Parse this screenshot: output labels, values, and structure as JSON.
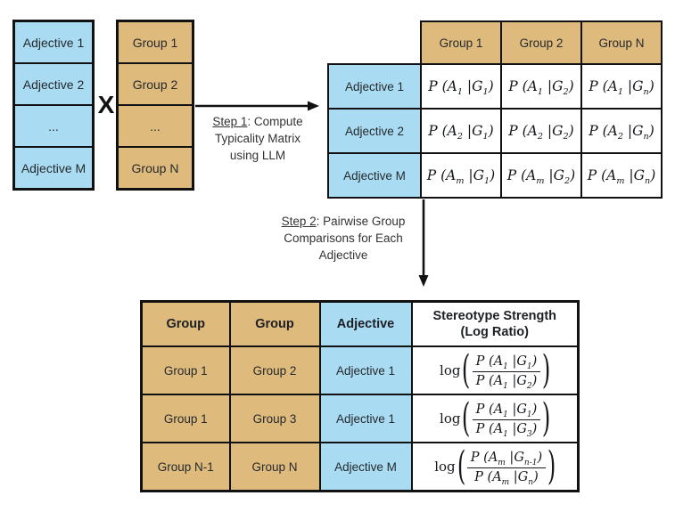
{
  "colors": {
    "blue": "#a9dcf2",
    "tan": "#deba7c",
    "border": "#111111",
    "background": "#ffffff"
  },
  "left": {
    "cross": "X",
    "adjectives": [
      "Adjective 1",
      "Adjective 2",
      "...",
      "Adjective M"
    ],
    "groups": [
      "Group 1",
      "Group 2",
      "...",
      "Group N"
    ]
  },
  "step1": {
    "label": "Step 1",
    "line1_rest": ": Compute",
    "line2": "Typicality Matrix",
    "line3": "using LLM"
  },
  "step2": {
    "label": "Step 2",
    "line1_rest": ": Pairwise Group",
    "line2": "Comparisons for Each",
    "line3": "Adjective"
  },
  "matrix": {
    "col_headers": [
      "Group 1",
      "Group 2",
      "Group N"
    ],
    "row_headers": [
      "Adjective 1",
      "Adjective 2",
      "Adjective M"
    ],
    "cells": [
      [
        "P (A_1 |G_1)",
        "P (A_1 |G_2)",
        "P (A_1 |G_n)"
      ],
      [
        "P (A_2 |G_1)",
        "P (A_2 |G_2)",
        "P (A_2 |G_n)"
      ],
      [
        "P (A_m |G_1)",
        "P (A_m |G_2)",
        "P (A_m |G_n)"
      ]
    ]
  },
  "table": {
    "headers": [
      "Group",
      "Group",
      "Adjective",
      "Stereotype Strength (Log Ratio)"
    ],
    "rows": [
      {
        "group_a": "Group 1",
        "group_b": "Group 2",
        "adjective": "Adjective 1",
        "log": "log",
        "num": "P (A_1 |G_1)",
        "den": "P (A_1 |G_2)"
      },
      {
        "group_a": "Group 1",
        "group_b": "Group 3",
        "adjective": "Adjective 1",
        "log": "log",
        "num": "P (A_1 |G_1)",
        "den": "P (A_1 |G_3)"
      },
      {
        "group_a": "Group N-1",
        "group_b": "Group N",
        "adjective": "Adjective M",
        "log": "log",
        "num": "P (A_m |G_{n-1})",
        "den": "P (A_m |G_n)"
      }
    ]
  }
}
